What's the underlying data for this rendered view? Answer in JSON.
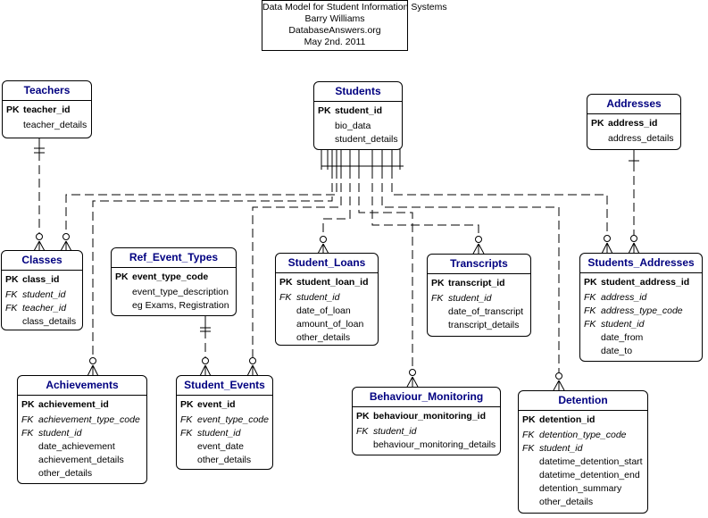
{
  "title": {
    "line1": "Data Model for Student Information Systems",
    "line2": "Barry Williams",
    "line3": "DatabaseAnswers.org",
    "line4": "May 2nd. 2011"
  },
  "entities": {
    "teachers": {
      "name": "Teachers",
      "rows": [
        {
          "tag": "PK",
          "name": "teacher_id",
          "kind": "pk"
        },
        {
          "tag": "",
          "name": "teacher_details",
          "kind": "at"
        }
      ]
    },
    "students": {
      "name": "Students",
      "rows": [
        {
          "tag": "PK",
          "name": "student_id",
          "kind": "pk"
        },
        {
          "tag": "",
          "name": "bio_data",
          "kind": "at"
        },
        {
          "tag": "",
          "name": "student_details",
          "kind": "at"
        }
      ]
    },
    "addresses": {
      "name": "Addresses",
      "rows": [
        {
          "tag": "PK",
          "name": "address_id",
          "kind": "pk"
        },
        {
          "tag": "",
          "name": "address_details",
          "kind": "at"
        }
      ]
    },
    "classes": {
      "name": "Classes",
      "rows": [
        {
          "tag": "PK",
          "name": "class_id",
          "kind": "pk"
        },
        {
          "tag": "FK",
          "name": "student_id",
          "kind": "fk"
        },
        {
          "tag": "FK",
          "name": "teacher_id",
          "kind": "fk"
        },
        {
          "tag": "",
          "name": "class_details",
          "kind": "at"
        }
      ]
    },
    "ref_event_types": {
      "name": "Ref_Event_Types",
      "rows": [
        {
          "tag": "PK",
          "name": "event_type_code",
          "kind": "pk"
        },
        {
          "tag": "",
          "name": "event_type_description",
          "kind": "at"
        },
        {
          "tag": "",
          "name": "eg Exams, Registration",
          "kind": "at"
        }
      ]
    },
    "student_loans": {
      "name": "Student_Loans",
      "rows": [
        {
          "tag": "PK",
          "name": "student_loan_id",
          "kind": "pk"
        },
        {
          "tag": "FK",
          "name": "student_id",
          "kind": "fk"
        },
        {
          "tag": "",
          "name": "date_of_loan",
          "kind": "at"
        },
        {
          "tag": "",
          "name": "amount_of_loan",
          "kind": "at"
        },
        {
          "tag": "",
          "name": "other_details",
          "kind": "at"
        }
      ]
    },
    "transcripts": {
      "name": "Transcripts",
      "rows": [
        {
          "tag": "PK",
          "name": "transcript_id",
          "kind": "pk"
        },
        {
          "tag": "FK",
          "name": "student_id",
          "kind": "fk"
        },
        {
          "tag": "",
          "name": "date_of_transcript",
          "kind": "at"
        },
        {
          "tag": "",
          "name": "transcript_details",
          "kind": "at"
        }
      ]
    },
    "students_addresses": {
      "name": "Students_Addresses",
      "rows": [
        {
          "tag": "PK",
          "name": "student_address_id",
          "kind": "pk"
        },
        {
          "tag": "FK",
          "name": "address_id",
          "kind": "fk"
        },
        {
          "tag": "FK",
          "name": "address_type_code",
          "kind": "fk"
        },
        {
          "tag": "FK",
          "name": "student_id",
          "kind": "fk"
        },
        {
          "tag": "",
          "name": "date_from",
          "kind": "at"
        },
        {
          "tag": "",
          "name": "date_to",
          "kind": "at"
        }
      ]
    },
    "achievements": {
      "name": "Achievements",
      "rows": [
        {
          "tag": "PK",
          "name": "achievement_id",
          "kind": "pk"
        },
        {
          "tag": "FK",
          "name": "achievement_type_code",
          "kind": "fk"
        },
        {
          "tag": "FK",
          "name": "student_id",
          "kind": "fk"
        },
        {
          "tag": "",
          "name": "date_achievement",
          "kind": "at"
        },
        {
          "tag": "",
          "name": "achievement_details",
          "kind": "at"
        },
        {
          "tag": "",
          "name": "other_details",
          "kind": "at"
        }
      ]
    },
    "student_events": {
      "name": "Student_Events",
      "rows": [
        {
          "tag": "PK",
          "name": "event_id",
          "kind": "pk"
        },
        {
          "tag": "FK",
          "name": "event_type_code",
          "kind": "fk"
        },
        {
          "tag": "FK",
          "name": "student_id",
          "kind": "fk"
        },
        {
          "tag": "",
          "name": "event_date",
          "kind": "at"
        },
        {
          "tag": "",
          "name": "other_details",
          "kind": "at"
        }
      ]
    },
    "behaviour_monitoring": {
      "name": "Behaviour_Monitoring",
      "rows": [
        {
          "tag": "PK",
          "name": "behaviour_monitoring_id",
          "kind": "pk"
        },
        {
          "tag": "FK",
          "name": "student_id",
          "kind": "fk"
        },
        {
          "tag": "",
          "name": "behaviour_monitoring_details",
          "kind": "at"
        }
      ]
    },
    "detention": {
      "name": "Detention",
      "rows": [
        {
          "tag": "PK",
          "name": "detention_id",
          "kind": "pk"
        },
        {
          "tag": "FK",
          "name": "detention_type_code",
          "kind": "fk"
        },
        {
          "tag": "FK",
          "name": "student_id",
          "kind": "fk"
        },
        {
          "tag": "",
          "name": "datetime_detention_start",
          "kind": "at"
        },
        {
          "tag": "",
          "name": "datetime_detention_end",
          "kind": "at"
        },
        {
          "tag": "",
          "name": "detention_summary",
          "kind": "at"
        },
        {
          "tag": "",
          "name": "other_details",
          "kind": "at"
        }
      ]
    }
  }
}
